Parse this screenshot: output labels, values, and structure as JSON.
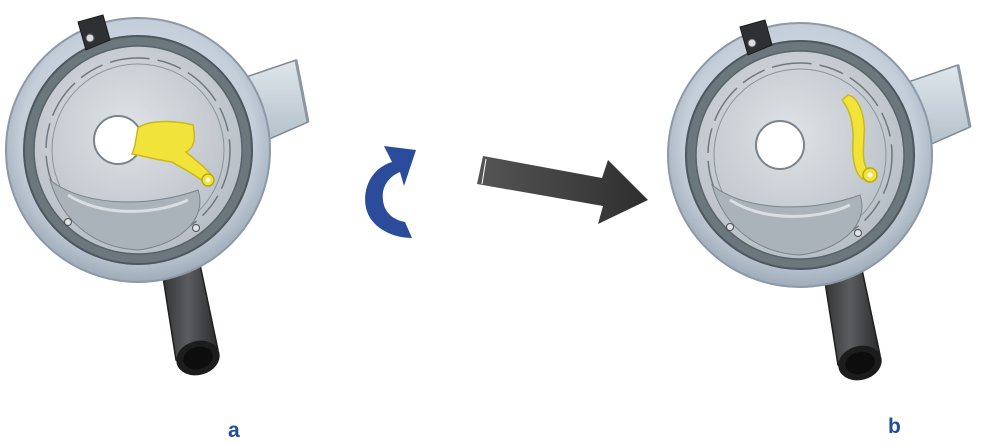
{
  "panels": [
    {
      "id": "a",
      "label": "a",
      "state": "latch-closed"
    },
    {
      "id": "b",
      "label": "b",
      "state": "latch-open"
    }
  ],
  "colors": {
    "caption": "#1f4e9c",
    "rotate_arrow": "#2b4b9b",
    "direction_arrow": "#3a3a3a",
    "latch": "#f2e33a",
    "rim_outer": "#b9c5d2",
    "rim_dark": "#6f7a80",
    "inner_plate": "#c8ced4",
    "spout": "#3b3c3e"
  },
  "icons": {
    "rotate": "rotate-clockwise-icon",
    "direction": "right-arrow-icon"
  }
}
